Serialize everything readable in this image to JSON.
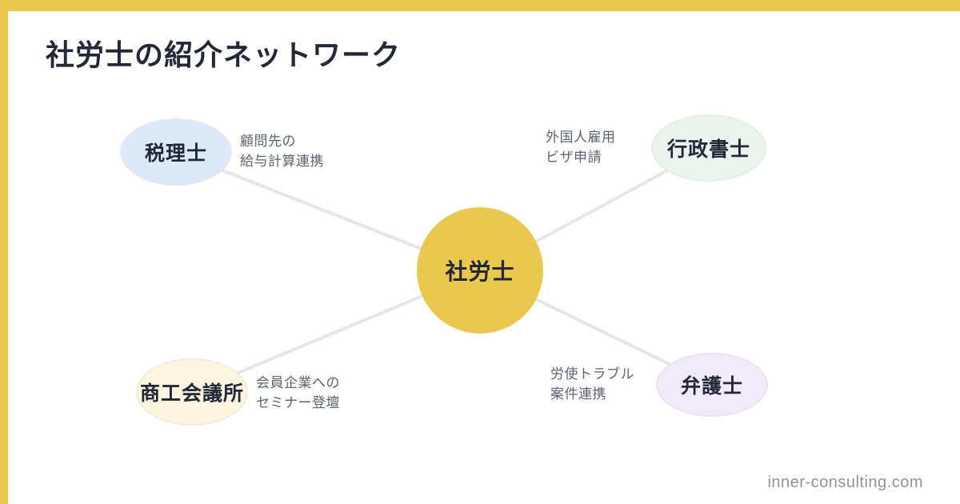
{
  "page": {
    "title": "社労士の紹介ネットワーク",
    "footer_url": "inner-consulting.com"
  },
  "colors": {
    "accent": "#EAC84E",
    "title_text": "#222838",
    "node_label_text": "#222838",
    "edge_label_text": "#5B6472",
    "connector_line": "#E6E6E9",
    "footer_text": "#8B93A1",
    "background": "#FFFFFF"
  },
  "diagram": {
    "center_node": {
      "label": "社労士",
      "fill": "#EAC84E",
      "text_color": "#222838"
    },
    "nodes": [
      {
        "id": "tax-accountant",
        "label": "税理士",
        "fill": "#DBE9F8",
        "border": "#E4EAF4",
        "edge_label": "顧問先の\n給与計算連携"
      },
      {
        "id": "administrative-scrivener",
        "label": "行政書士",
        "fill": "#E9F5EC",
        "border": "#E3EEE5",
        "edge_label": "外国人雇用\nビザ申請"
      },
      {
        "id": "chamber-of-commerce",
        "label": "商工会議所",
        "fill": "#FDF5DF",
        "border": "#F4ECDA",
        "edge_label": "会員企業への\nセミナー登壇"
      },
      {
        "id": "lawyer",
        "label": "弁護士",
        "fill": "#F2EAFB",
        "border": "#EAE3F3",
        "edge_label": "労使トラブル\n案件連携"
      }
    ]
  }
}
